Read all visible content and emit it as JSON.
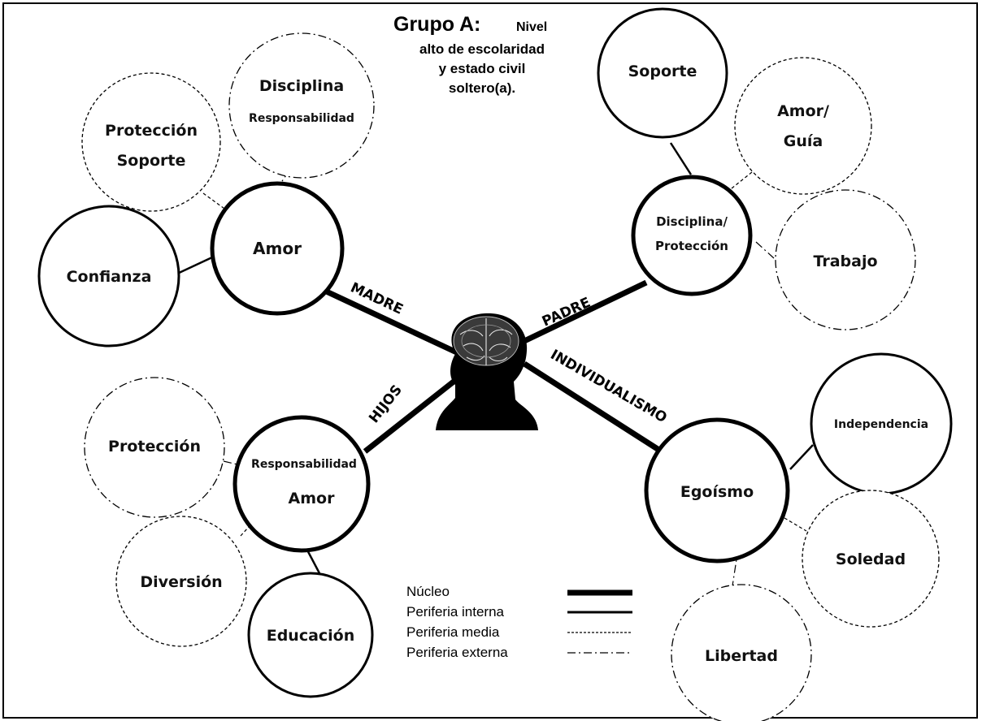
{
  "title": {
    "main": "Grupo A:",
    "line1_tail": "Nivel",
    "line2": "alto de escolaridad",
    "line3": "y estado civil",
    "line4": "soltero(a)."
  },
  "center": {
    "icon": "head-brain-icon"
  },
  "edges": {
    "madre": "MADRE",
    "padre": "PADRE",
    "hijos": "HIJOS",
    "individualismo": "INDIVIDUALISMO"
  },
  "nodes": {
    "madre_amor": "Amor",
    "madre_confianza": "Confianza",
    "madre_proteccion_1": "Protección",
    "madre_proteccion_2": "Soporte",
    "madre_disciplina_1": "Disciplina",
    "madre_disciplina_2": "Responsabilidad",
    "padre_core_1": "Disciplina/",
    "padre_core_2": "Protección",
    "padre_soporte": "Soporte",
    "padre_amor_1": "Amor/",
    "padre_amor_2": "Guía",
    "padre_trabajo": "Trabajo",
    "hijos_core_1": "Responsabilidad",
    "hijos_core_2": "Amor",
    "hijos_proteccion": "Protección",
    "hijos_diversion": "Diversión",
    "hijos_educacion": "Educación",
    "ind_egoismo": "Egoísmo",
    "ind_independencia": "Independencia",
    "ind_soledad": "Soledad",
    "ind_libertad": "Libertad"
  },
  "legend": {
    "nucleo": "Núcleo",
    "interna": "Periferia interna",
    "media": "Periferia media",
    "externa": "Periferia externa"
  }
}
